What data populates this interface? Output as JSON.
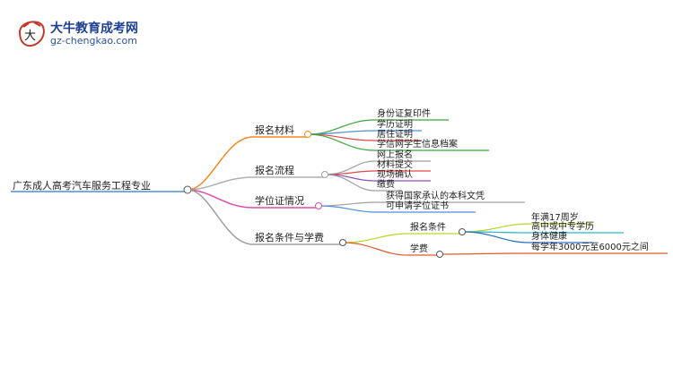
{
  "logo": {
    "chinese_text": "大牛教育成考网",
    "url_text": "gz-chengkao.com"
  },
  "root": {
    "label": "广东成人高考汽车服务工程专业"
  },
  "branches": [
    {
      "label": "报名材料",
      "color": "#f08a24",
      "children": [
        "身份证复印件",
        "学历证明",
        "居住证明",
        "学信网学生信息档案"
      ],
      "child_colors": [
        "#3aa83a",
        "#4c8fd6",
        "#e04848",
        "#3aa83a"
      ]
    },
    {
      "label": "报名流程",
      "color": "#a0a0a0",
      "children": [
        "网上报名",
        "材料提交",
        "现场确认",
        "缴费"
      ],
      "child_colors": [
        "#a0a0a0",
        "#e04848",
        "#8a4fc0",
        "#a0a0a0"
      ]
    },
    {
      "label": "学位证情况",
      "color": "#e04aa8",
      "children": [
        "获得国家承认的本科文凭",
        "可申请学位证书"
      ],
      "child_colors": [
        "#a0a0a0",
        "#4c8fd6"
      ]
    },
    {
      "label": "报名条件与学费",
      "color": "#a0a0a0",
      "subbranches": [
        {
          "label": "报名条件",
          "color": "#b8d62a",
          "children": [
            "年满17周岁",
            "高中或中专学历",
            "身体健康"
          ],
          "child_colors": [
            "#b8d62a",
            "#2ab8c8",
            "#2a6fc8"
          ]
        },
        {
          "label": "学费",
          "color": "#e05a2a",
          "children": [
            "每学年3000元至6000元之间"
          ],
          "child_colors": [
            "#e05a2a"
          ]
        }
      ]
    }
  ]
}
